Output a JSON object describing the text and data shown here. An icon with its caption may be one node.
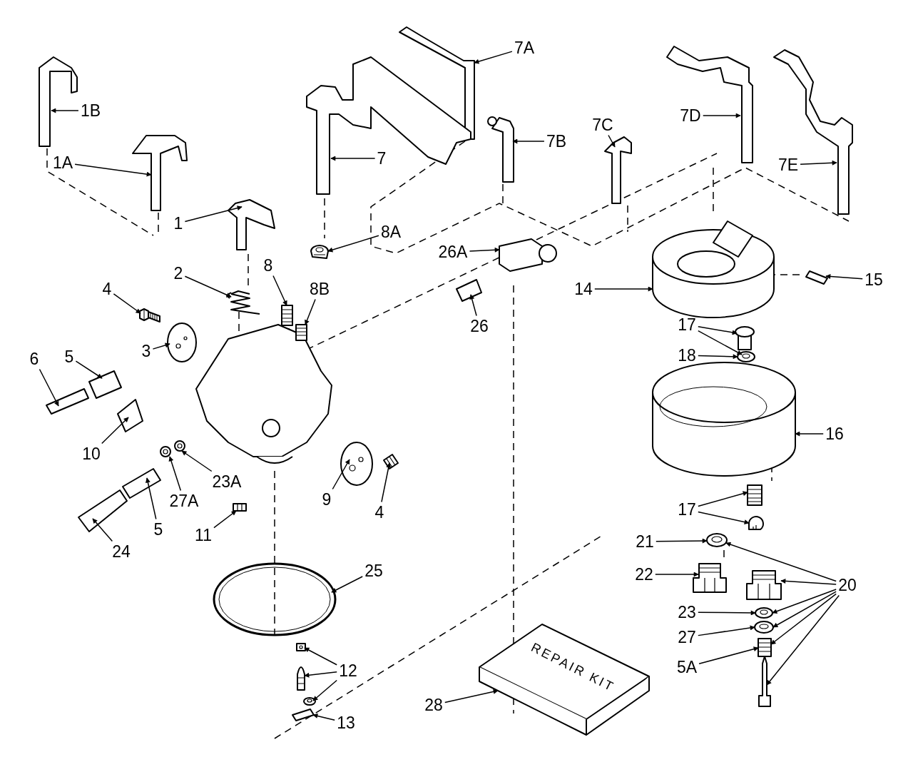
{
  "diagram": {
    "nodes": [
      {
        "text": [
          "7A"
        ]
      },
      {
        "text": [
          "1B"
        ]
      },
      {
        "text": [
          "7D"
        ]
      },
      {
        "text": [
          "7C"
        ]
      },
      {
        "text": [
          "7B"
        ]
      },
      {
        "text": [
          "7"
        ]
      },
      {
        "text": [
          "1A"
        ]
      },
      {
        "text": [
          "7E"
        ]
      },
      {
        "text": [
          "1"
        ]
      },
      {
        "text": [
          "8A"
        ]
      },
      {
        "text": [
          "26A"
        ]
      },
      {
        "text": [
          "8"
        ]
      },
      {
        "text": [
          "2"
        ]
      },
      {
        "text": [
          "15"
        ]
      },
      {
        "text": [
          "14"
        ]
      },
      {
        "text": [
          "4"
        ]
      },
      {
        "text": [
          "8B"
        ]
      },
      {
        "text": [
          "17"
        ]
      },
      {
        "text": [
          "26"
        ]
      },
      {
        "text": [
          "3"
        ]
      },
      {
        "text": [
          "18"
        ]
      },
      {
        "text": [
          "6"
        ]
      },
      {
        "text": [
          "5"
        ]
      },
      {
        "text": [
          "16"
        ]
      },
      {
        "text": [
          "10"
        ]
      },
      {
        "text": [
          "23A"
        ]
      },
      {
        "text": [
          "9"
        ]
      },
      {
        "text": [
          "27A"
        ]
      },
      {
        "text": [
          "17"
        ]
      },
      {
        "text": [
          "4"
        ]
      },
      {
        "text": [
          "5"
        ]
      },
      {
        "text": [
          "11"
        ]
      },
      {
        "text": [
          "21"
        ]
      },
      {
        "text": [
          "24"
        ]
      },
      {
        "text": [
          "25"
        ]
      },
      {
        "text": [
          "22"
        ]
      },
      {
        "text": [
          "20"
        ]
      },
      {
        "text": [
          "23"
        ]
      },
      {
        "text": [
          "27"
        ]
      },
      {
        "text": [
          "5A"
        ]
      },
      {
        "text": [
          "12"
        ]
      },
      {
        "text": [
          "28"
        ]
      },
      {
        "text": [
          "13"
        ]
      },
      {
        "text": [],
        "shape": "picture"
      },
      {
        "text": [],
        "shape": "picture"
      },
      {
        "text": [],
        "shape": "picture"
      },
      {
        "text": [],
        "shape": "picture"
      },
      {
        "text": [],
        "shape": "picture"
      },
      {
        "text": [],
        "shape": "picture"
      },
      {
        "text": [],
        "shape": "picture"
      },
      {
        "text": [],
        "shape": "picture"
      },
      {
        "text": [],
        "shape": "picture"
      },
      {
        "text": [],
        "shape": "picture"
      },
      {
        "text": [],
        "shape": "picture"
      },
      {
        "text": [],
        "shape": "picture"
      },
      {
        "text": [],
        "shape": "picture"
      },
      {
        "text": [],
        "shape": "picture"
      },
      {
        "text": [],
        "shape": "picture"
      },
      {
        "text": [],
        "shape": "picture"
      },
      {
        "text": [],
        "shape": "picture"
      },
      {
        "text": [],
        "shape": "picture"
      },
      {
        "text": [],
        "shape": "picture"
      },
      {
        "text": [],
        "shape": "picture"
      },
      {
        "text": [],
        "shape": "picture"
      },
      {
        "text": [],
        "shape": "picture"
      },
      {
        "text": [],
        "shape": "picture"
      },
      {
        "text": [],
        "shape": "picture"
      },
      {
        "text": [],
        "shape": "picture"
      },
      {
        "text": [],
        "shape": "picture"
      },
      {
        "text": [],
        "shape": "picture"
      },
      {
        "text": [],
        "shape": "picture"
      },
      {
        "text": [],
        "shape": "picture"
      },
      {
        "text": [],
        "shape": "picture"
      },
      {
        "text": [],
        "shape": "picture"
      },
      {
        "text": [],
        "shape": "picture"
      },
      {
        "text": [],
        "shape": "picture"
      },
      {
        "text": [],
        "shape": "picture"
      },
      {
        "text": [],
        "shape": "picture"
      },
      {
        "text": [],
        "shape": "picture"
      },
      {
        "text": [],
        "shape": "picture"
      },
      {
        "text": [],
        "shape": "picture"
      },
      {
        "text": [],
        "shape": "picture"
      },
      {
        "text": [],
        "shape": "picture"
      },
      {
        "text": [],
        "shape": "picture"
      },
      {
        "text": [],
        "shape": "picture"
      },
      {
        "text": [],
        "shape": "picture"
      },
      {
        "text": [],
        "shape": "picture"
      },
      {
        "text": [],
        "shape": "picture"
      },
      {
        "text": [],
        "shape": "picture"
      },
      {
        "text": [
          "REPAIR KIT"
        ]
      }
    ],
    "edges": [
      {
        "from": 0,
        "to": 43,
        "arrow": "to"
      },
      {
        "from": 1,
        "to": 44,
        "arrow": "to"
      },
      {
        "from": 2,
        "to": 45,
        "arrow": "to"
      },
      {
        "from": 3,
        "to": 46,
        "arrow": "to"
      },
      {
        "from": 4,
        "to": 47,
        "arrow": "to"
      },
      {
        "from": 5,
        "to": 48,
        "arrow": "to"
      },
      {
        "from": 6,
        "to": 49,
        "arrow": "to"
      },
      {
        "from": 7,
        "to": 50,
        "arrow": "to"
      },
      {
        "from": 8,
        "to": 51,
        "arrow": "to"
      },
      {
        "from": 9,
        "to": 52,
        "arrow": "to"
      },
      {
        "from": 10,
        "to": 53,
        "arrow": "to"
      },
      {
        "from": 11,
        "to": 54,
        "arrow": "to"
      },
      {
        "from": 12,
        "to": 55,
        "arrow": "to"
      },
      {
        "from": 13,
        "to": 56,
        "arrow": "to"
      },
      {
        "from": 14,
        "to": 57,
        "arrow": "to"
      },
      {
        "from": 15,
        "to": 58,
        "arrow": "to"
      },
      {
        "from": 16,
        "to": 59,
        "arrow": "to"
      },
      {
        "from": 17,
        "to": 60,
        "arrow": "to"
      },
      {
        "from": 17,
        "to": 61,
        "arrow": "to"
      },
      {
        "from": 18,
        "to": 62,
        "arrow": "to"
      },
      {
        "from": 19,
        "to": 63,
        "arrow": "to"
      },
      {
        "from": 20,
        "to": 61,
        "arrow": "to"
      },
      {
        "from": 21,
        "to": 64,
        "arrow": "to"
      },
      {
        "from": 22,
        "to": 65,
        "arrow": "to"
      },
      {
        "from": 23,
        "to": 66,
        "arrow": "to"
      },
      {
        "from": 24,
        "to": 67,
        "arrow": "to"
      },
      {
        "from": 25,
        "to": 68,
        "arrow": "to"
      },
      {
        "from": 26,
        "to": 69,
        "arrow": "to"
      },
      {
        "from": 27,
        "to": 70,
        "arrow": "to"
      },
      {
        "from": 28,
        "to": 71,
        "arrow": "to"
      },
      {
        "from": 28,
        "to": 72,
        "arrow": "to"
      },
      {
        "from": 29,
        "to": 73,
        "arrow": "to"
      },
      {
        "from": 30,
        "to": 75,
        "arrow": "to"
      },
      {
        "from": 31,
        "to": 74,
        "arrow": "to"
      },
      {
        "from": 32,
        "to": 78,
        "arrow": "to"
      },
      {
        "from": 33,
        "to": 76,
        "arrow": "to"
      },
      {
        "from": 34,
        "to": 77,
        "arrow": "to"
      },
      {
        "from": 35,
        "to": 79,
        "arrow": "to"
      },
      {
        "from": 36,
        "to": 78,
        "arrow": "to"
      },
      {
        "from": 36,
        "to": 80,
        "arrow": "to"
      },
      {
        "from": 36,
        "to": 81,
        "arrow": "to"
      },
      {
        "from": 36,
        "to": 82,
        "arrow": "to"
      },
      {
        "from": 36,
        "to": 83,
        "arrow": "to"
      },
      {
        "from": 36,
        "to": 84,
        "arrow": "to"
      },
      {
        "from": 37,
        "to": 81,
        "arrow": "to"
      },
      {
        "from": 38,
        "to": 82,
        "arrow": "to"
      },
      {
        "from": 39,
        "to": 83,
        "arrow": "to"
      },
      {
        "from": 40,
        "to": 85,
        "arrow": "to"
      },
      {
        "from": 40,
        "to": 86,
        "arrow": "to"
      },
      {
        "from": 40,
        "to": 87,
        "arrow": "to"
      },
      {
        "from": 41,
        "to": 89,
        "arrow": "to"
      },
      {
        "from": 42,
        "to": 88,
        "arrow": "to"
      }
    ]
  }
}
